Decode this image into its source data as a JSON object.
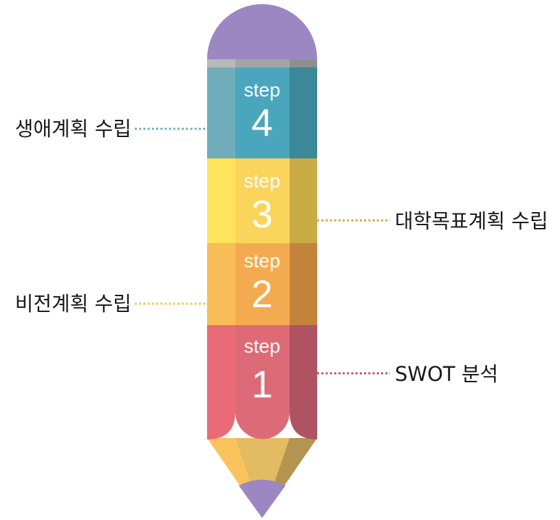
{
  "steps": [
    {
      "word": "step",
      "number": "4",
      "label": "생애계획 수립",
      "side": "left",
      "colors": {
        "left": "#6fadbb",
        "mid": "#4aa6bc",
        "right": "#3a8898",
        "dot": "#6fadbb"
      }
    },
    {
      "word": "step",
      "number": "3",
      "label": "대학목표계획 수립",
      "side": "right",
      "colors": {
        "left": "#ffe35a",
        "mid": "#fbd45c",
        "right": "#c9ac46",
        "dot": "#c9ac46"
      }
    },
    {
      "word": "step",
      "number": "2",
      "label": "비전계획 수립",
      "side": "left",
      "colors": {
        "left": "#f8bd56",
        "mid": "#f4ab4f",
        "right": "#c4833c",
        "dot": "#f7c25a"
      }
    },
    {
      "word": "step",
      "number": "1",
      "label": "SWOT 분석",
      "side": "right",
      "colors": {
        "left": "#ea6b78",
        "mid": "#dd6a77",
        "right": "#ad5361",
        "dot": "#b9525d"
      }
    }
  ],
  "colors": {
    "eraser": "#9c87c2",
    "ferrule_left": "#b9b9b9",
    "ferrule_mid": "#a4a4a4",
    "ferrule_right": "#8f8f8f",
    "wood_left": "#f9c25c",
    "wood_mid": "#e3bb63",
    "wood_right": "#b39450",
    "lead": "#9c87c2"
  }
}
